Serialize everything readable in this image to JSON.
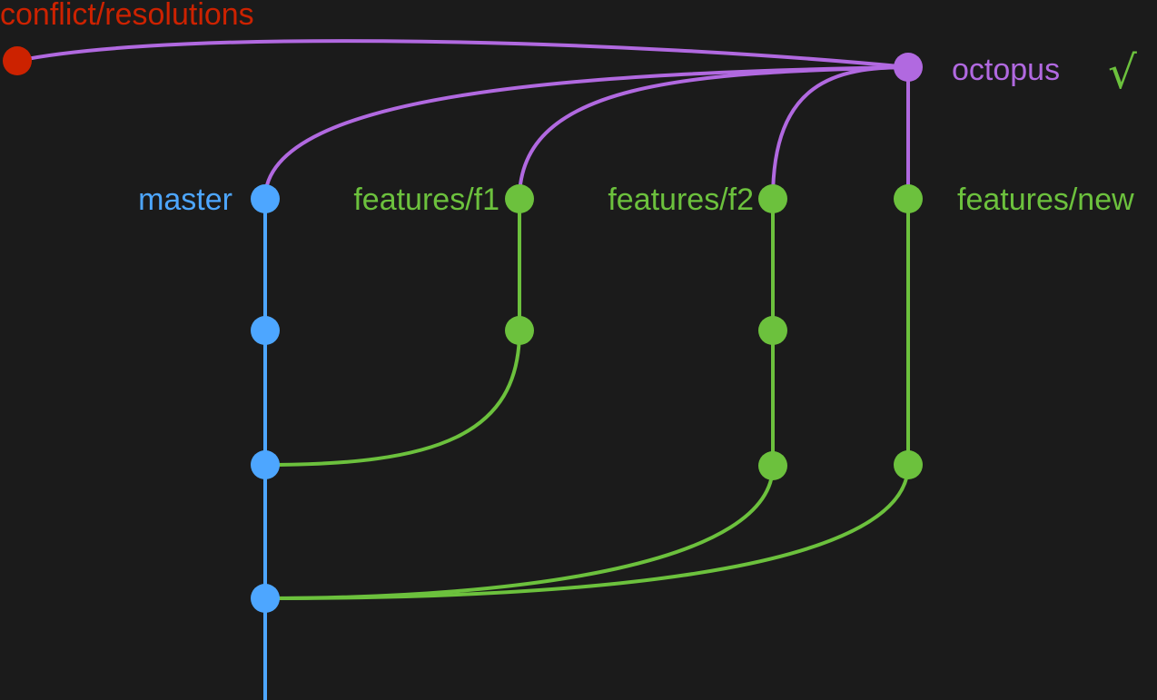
{
  "colors": {
    "background": "#1b1b1b",
    "master": "#4da6ff",
    "features": "#6cc13d",
    "octopus": "#b169e0",
    "conflict": "#cc2200"
  },
  "labels": {
    "conflict": "conflict/resolutions",
    "master": "master",
    "f1": "features/f1",
    "f2": "features/f2",
    "new": "features/new",
    "octopus": "octopus",
    "check": "√"
  }
}
